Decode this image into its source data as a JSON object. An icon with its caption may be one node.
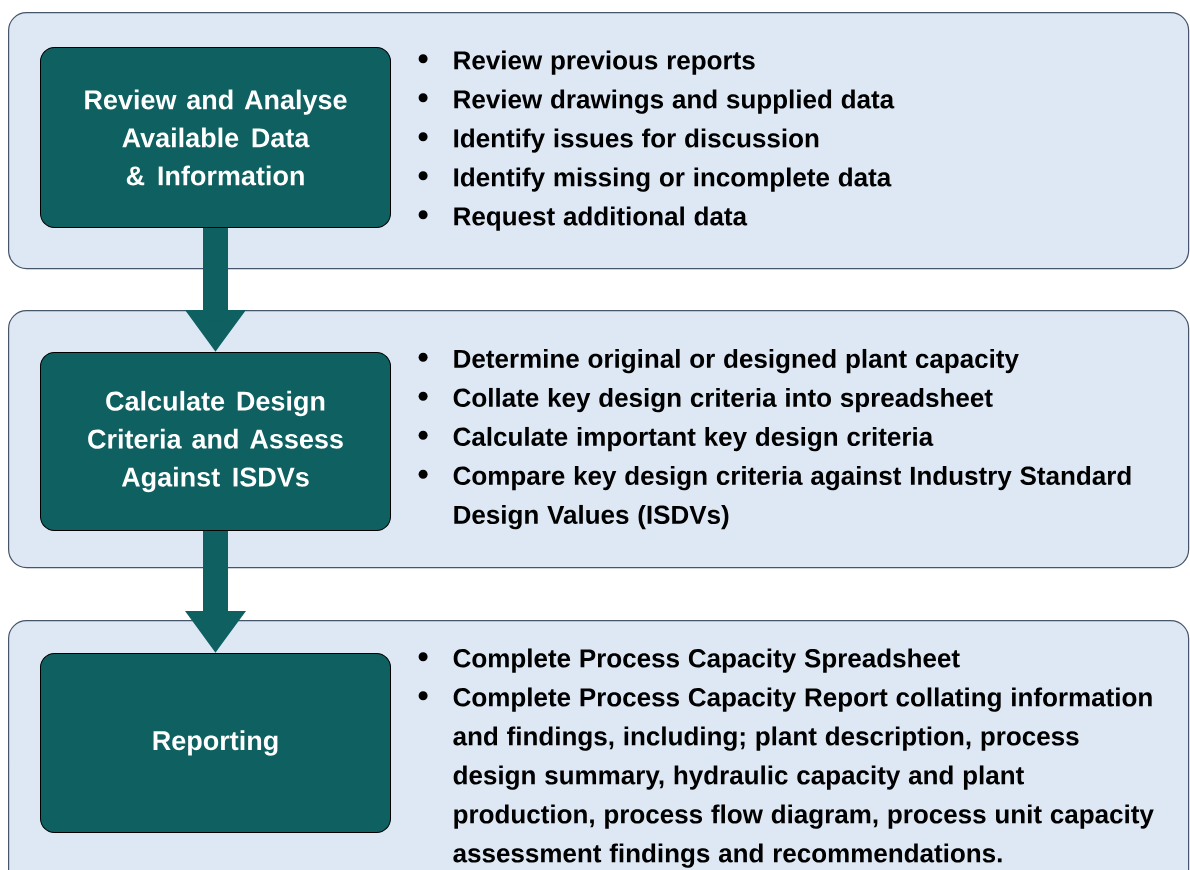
{
  "diagram": {
    "nodes": [
      {
        "text": [
          "Review previous reports",
          "Review drawings and supplied data",
          "Identify issues for discussion",
          "Identify missing or incomplete data",
          "Request additional data"
        ]
      },
      {
        "text": [
          "Review and Analyse Available Data & Information"
        ],
        "in": 0
      },
      {
        "text": [
          "Determine original or designed plant capacity",
          "Collate key design criteria into spreadsheet",
          "Calculate important key design criteria",
          "Compare key design criteria against Industry Standard Design Values (ISDVs)"
        ]
      },
      {
        "text": [
          "Calculate Design Criteria and Assess Against ISDVs"
        ],
        "in": 2
      },
      {
        "text": [
          "Complete Process Capacity Spreadsheet",
          "Complete Process Capacity Report collating information and findings, including; plant description, process design summary, hydraulic capacity and plant production, process flow diagram, process unit capacity assessment findings and recommendations."
        ]
      },
      {
        "text": [
          "Reporting"
        ],
        "in": 4
      }
    ],
    "edges": [
      {
        "from": 1,
        "to": 3,
        "arrow": "to"
      },
      {
        "from": 3,
        "to": 5,
        "arrow": "to"
      }
    ]
  }
}
